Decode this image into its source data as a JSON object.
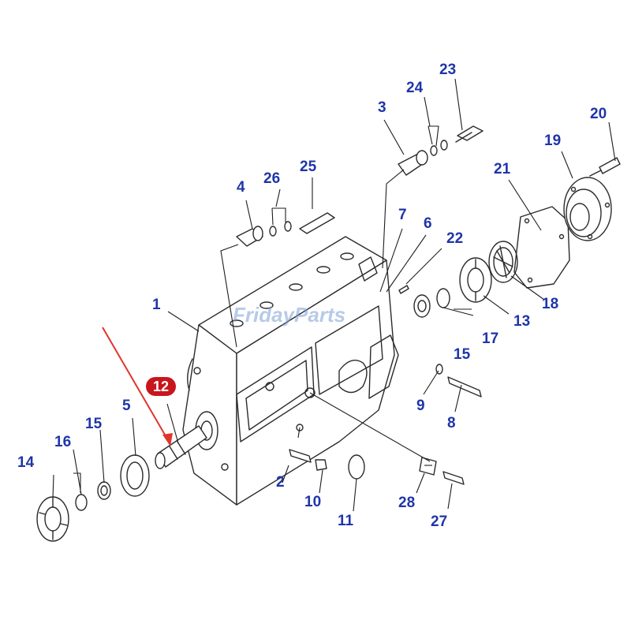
{
  "watermark": "FridayParts",
  "labels": {
    "p1": "1",
    "p2": "2",
    "p3": "3",
    "p4": "4",
    "p5": "5",
    "p6": "6",
    "p7": "7",
    "p8": "8",
    "p9": "9",
    "p10": "10",
    "p11": "11",
    "p12": "12",
    "p13": "13",
    "p14": "14",
    "p15a": "15",
    "p15b": "15",
    "p16": "16",
    "p17": "17",
    "p18": "18",
    "p19": "19",
    "p20": "20",
    "p21": "21",
    "p22": "22",
    "p23": "23",
    "p24": "24",
    "p25": "25",
    "p26": "26",
    "p27": "27",
    "p28": "28"
  },
  "colors": {
    "label": "#1f35a8",
    "highlight_badge": "#c8161d",
    "arrow": "#e0352b",
    "watermark": "#7d9fd6"
  },
  "highlighted_part": "12"
}
